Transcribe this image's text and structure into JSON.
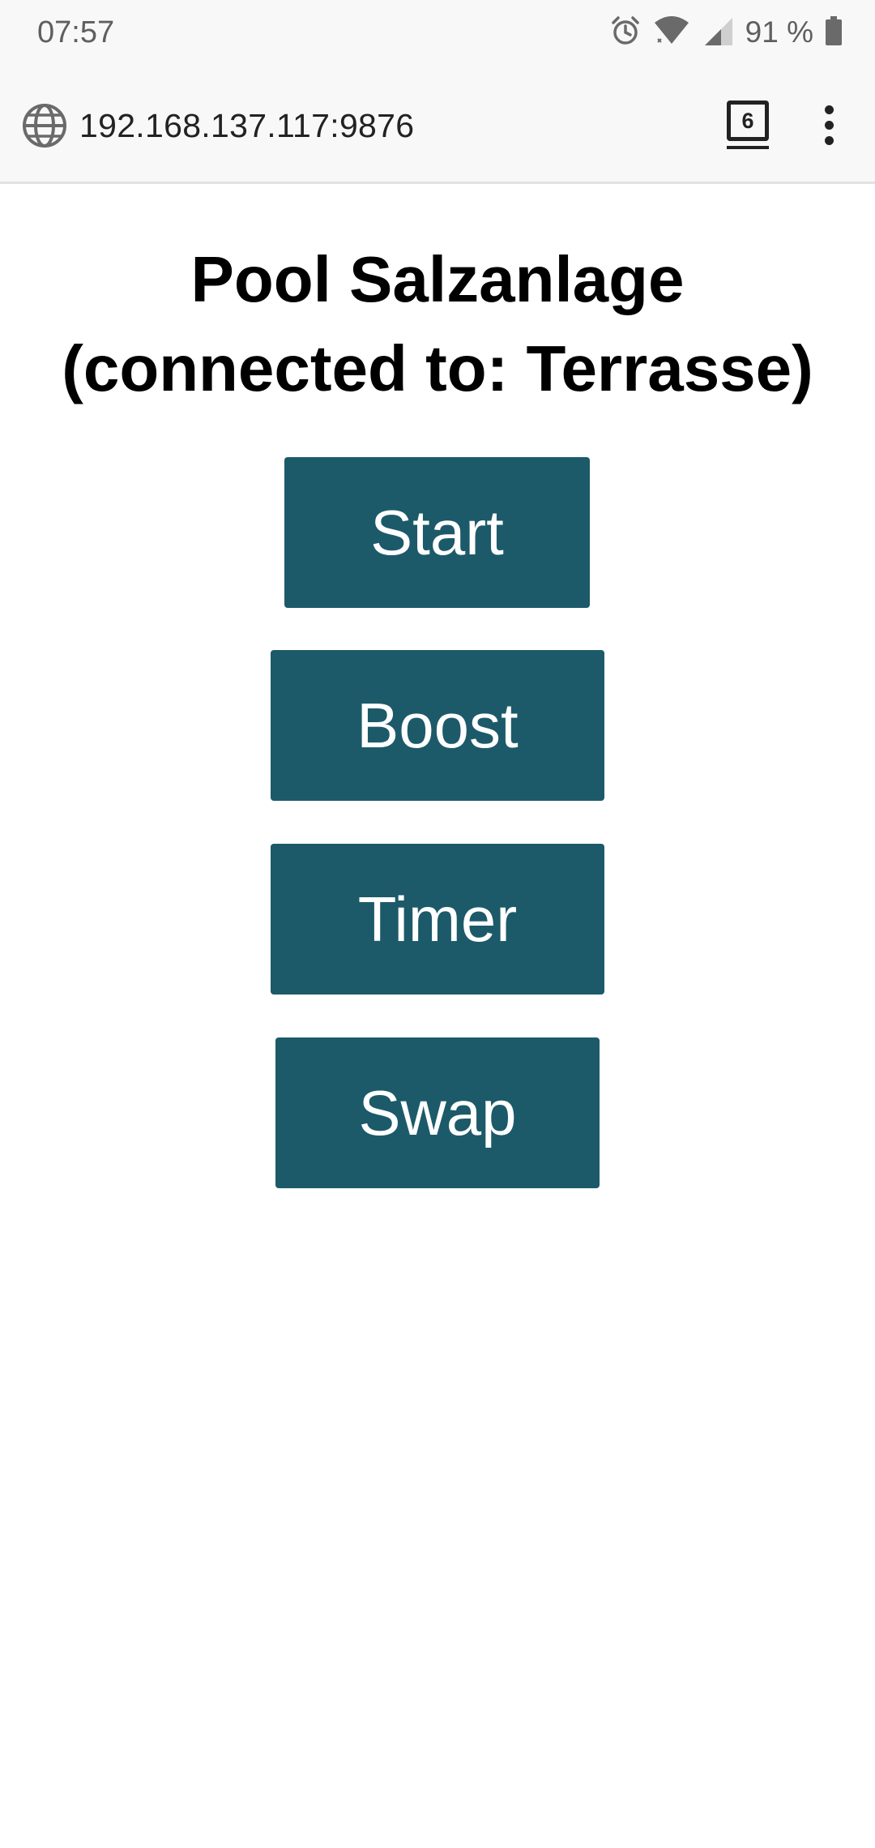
{
  "status_bar": {
    "time": "07:57",
    "battery": "91 %",
    "icons": [
      "alarm-icon",
      "wifi-icon",
      "cell-signal-icon",
      "battery-icon"
    ]
  },
  "url_bar": {
    "url": "192.168.137.117:9876",
    "tab_count": "6",
    "icons": [
      "globe-icon",
      "tabs-icon",
      "more-vert-icon"
    ]
  },
  "page": {
    "title_line1": "Pool Salzanlage",
    "title_line2": "(connected to: Terrasse)",
    "buttons": {
      "start": "Start",
      "boost": "Boost",
      "timer": "Timer",
      "swap": "Swap"
    }
  },
  "colors": {
    "button_bg": "#1c5a6a",
    "button_text": "#ffffff",
    "chrome_bg": "#f8f8f8"
  }
}
